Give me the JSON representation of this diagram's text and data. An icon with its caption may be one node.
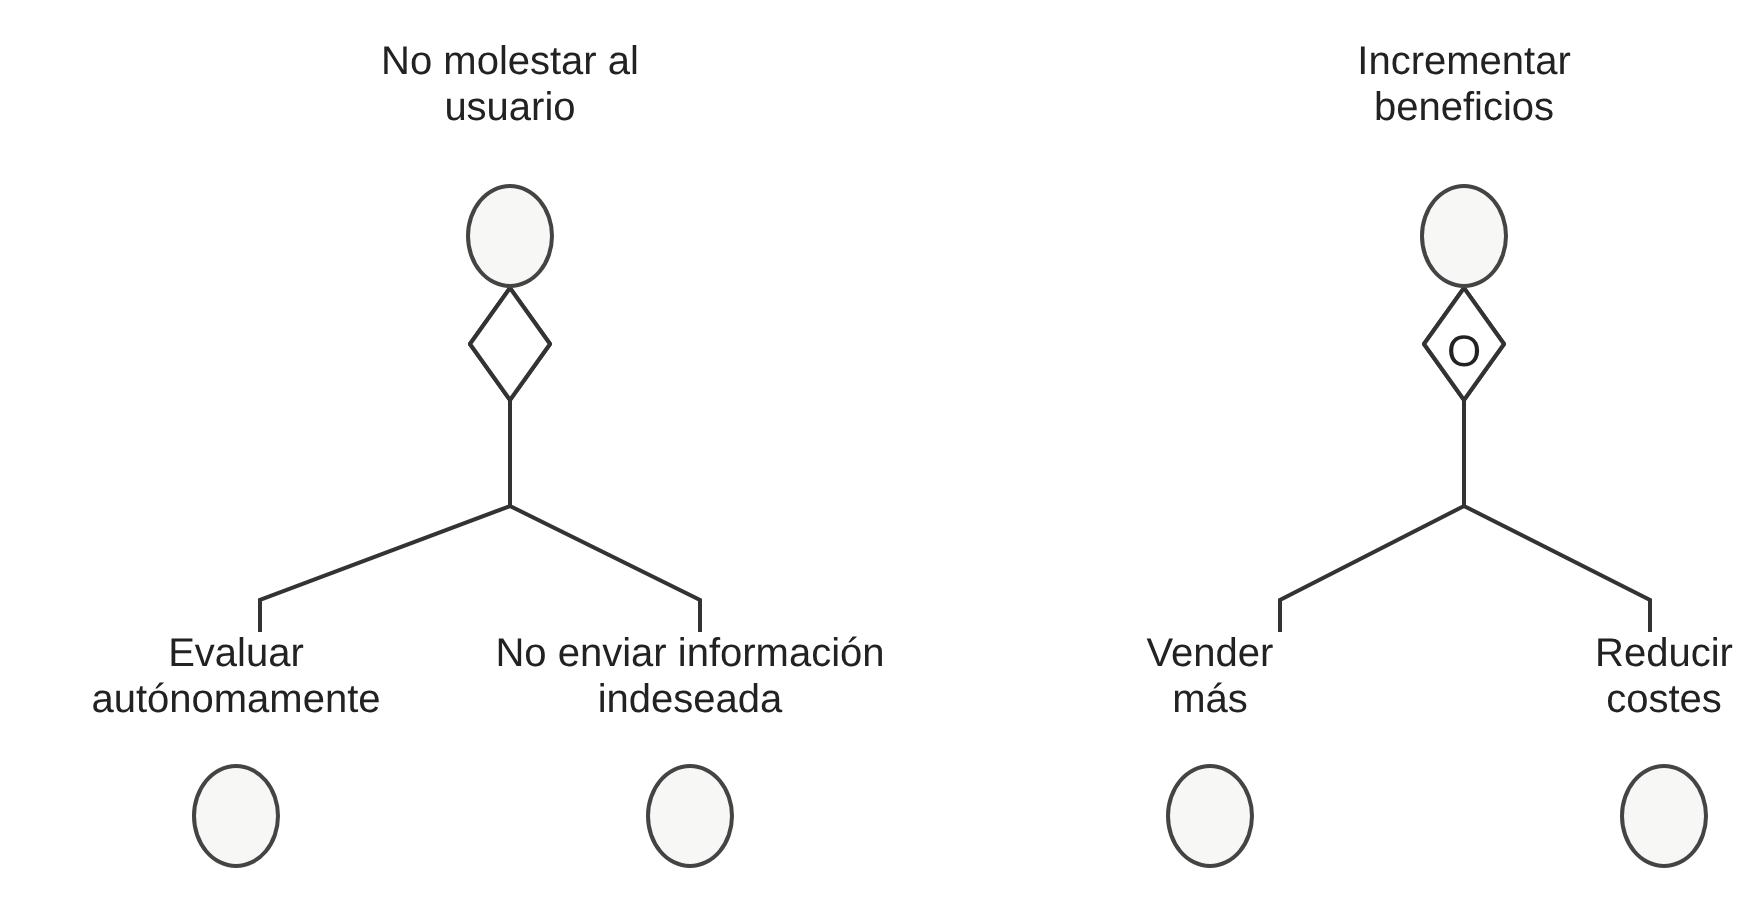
{
  "diagram": {
    "nodes": [
      {
        "text": [
          "No molestar al usuario"
        ]
      },
      {
        "text": [
          "Incrementar beneficios"
        ]
      },
      {
        "text": [
          "Evaluar autónomamente"
        ]
      },
      {
        "text": [
          "No enviar información indeseada"
        ]
      },
      {
        "text": [
          "Vender más"
        ]
      },
      {
        "text": [
          "Reducir costes"
        ]
      }
    ],
    "edges": [
      {
        "from": 2,
        "to": 0,
        "arrow": "other"
      },
      {
        "from": 3,
        "to": 0,
        "arrow": "other"
      },
      {
        "from": 4,
        "to": 1,
        "arrow": "other"
      },
      {
        "from": 5,
        "to": 1,
        "arrow": "other"
      }
    ],
    "labels": [
      "O"
    ]
  }
}
